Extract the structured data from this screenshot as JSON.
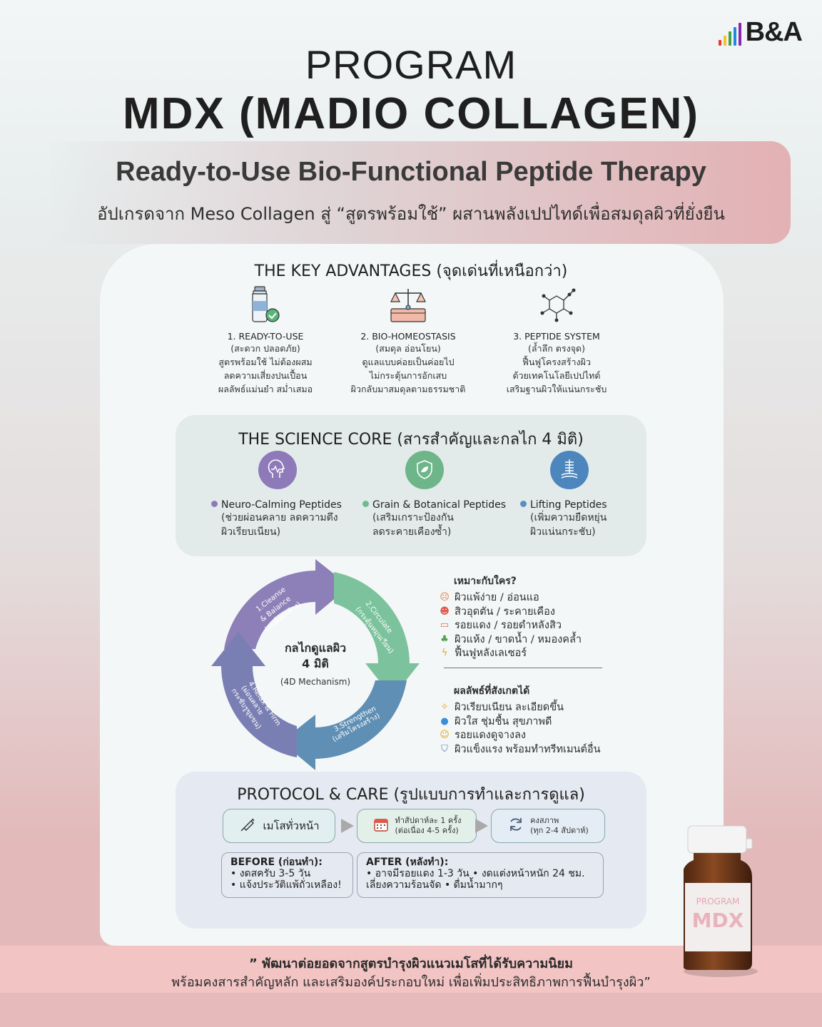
{
  "brand": {
    "logo_text": "B&A",
    "bar_colors": [
      "#e53935",
      "#fbc02d",
      "#43a047",
      "#1e88e5",
      "#8e24aa"
    ]
  },
  "title": {
    "line1": "PROGRAM",
    "line2": "MDX (MADIO COLLAGEN)"
  },
  "banner": {
    "headline": "Ready-to-Use Bio-Functional Peptide Therapy",
    "subtitle": "อัปเกรดจาก Meso Collagen สู่ “สูตรพร้อมใช้” ผสานพลังเปปไทด์เพื่อสมดุลผิวที่ยั่งยืน"
  },
  "advantages": {
    "title": "THE KEY ADVANTAGES (จุดเด่นที่เหนือกว่า)",
    "items": [
      {
        "icon": "vial-check-icon",
        "heading": "1. READY-TO-USE",
        "sub": "(สะดวก ปลอดภัย)",
        "lines": [
          "สูตรพร้อมใช้ ไม่ต้องผสม",
          "ลดความเสี่ยงปนเปื้อน",
          "ผลลัพธ์แม่นยำ สม่ำเสมอ"
        ]
      },
      {
        "icon": "balance-scale-icon",
        "heading": "2. BIO-HOMEOSTASIS",
        "sub": "(สมดุล อ่อนโยน)",
        "lines": [
          "ดูแลแบบค่อยเป็นค่อยไป",
          "ไม่กระตุ้นการอักเสบ",
          "ผิวกลับมาสมดุลตามธรรมชาติ"
        ]
      },
      {
        "icon": "molecule-icon",
        "heading": "3. PEPTIDE SYSTEM",
        "sub": "(ล้ำลึก ตรงจุด)",
        "lines": [
          "ฟื้นฟูโครงสร้างผิว",
          "ด้วยเทคโนโลยีเปปไทด์",
          "เสริมฐานผิวให้แน่นกระชับ"
        ]
      }
    ]
  },
  "science": {
    "title": "THE SCIENCE CORE (สารสำคัญและกลไก 4 มิติ)",
    "items": [
      {
        "icon": "head-pulse-icon",
        "color": "#8e7ab8",
        "dot": "#8e7ab8",
        "label": "Neuro-Calming Peptides",
        "lines": [
          "(ช่วยผ่อนคลาย ลดความตึง",
          "ผิวเรียบเนียน)"
        ]
      },
      {
        "icon": "leaf-shield-icon",
        "color": "#6fb58a",
        "dot": "#6dbd8c",
        "label": "Grain & Botanical Peptides",
        "lines": [
          "(เสริมเกราะป้องกัน",
          "ลดระคายเคืองซ้ำ)"
        ]
      },
      {
        "icon": "lifting-spring-icon",
        "color": "#4d86bd",
        "dot": "#5a8fc6",
        "label": "Lifting Peptides",
        "lines": [
          "(เพิ่มความยืดหยุ่น",
          "ผิวแน่นกระชับ)"
        ]
      }
    ]
  },
  "mechanism": {
    "center_title_1": "กลไกดูแลผิว",
    "center_title_2": "4 มิติ",
    "center_sub": "(4D Mechanism)",
    "steps": [
      {
        "l1": "1.Cleanse",
        "l2": "& Balance",
        "l3": "(ลดสิ่งตกค้าง)",
        "color": "#8d7fb8"
      },
      {
        "l1": "2.Circulate",
        "l2": "(กระตุ้นหมุนเวียน)",
        "l3": "",
        "color": "#7cc39d"
      },
      {
        "l1": "3.Strengthen",
        "l2": "(เสริมโครงสร้าง)",
        "l3": "",
        "color": "#5f8fb5"
      },
      {
        "l1": "4.Relax & Firm",
        "l2": "(ผ่อนคลาย",
        "l3": "กระชับรูขุมขน)",
        "color": "#7a7fb3"
      }
    ]
  },
  "suitable": {
    "title": "เหมาะกับใคร?",
    "items": [
      {
        "icon": "sad-face-icon",
        "glyph": "☹",
        "color": "#e07a3c",
        "text": "ผิวแพ้ง่าย / อ่อนแอ"
      },
      {
        "icon": "irritated-face-icon",
        "glyph": "☻",
        "color": "#e2574c",
        "text": "สิวอุดตัน / ระคายเคือง"
      },
      {
        "icon": "bandage-icon",
        "glyph": "▭",
        "color": "#e26b5c",
        "text": "รอยแดง / รอยดำหลังสิว"
      },
      {
        "icon": "cactus-icon",
        "glyph": "♣",
        "color": "#4f9e4f",
        "text": "ผิวแห้ง / ขาดน้ำ / หมองคล้ำ"
      },
      {
        "icon": "lightning-icon",
        "glyph": "ϟ",
        "color": "#e4a21c",
        "text": "ฟื้นฟูหลังเลเซอร์"
      }
    ]
  },
  "results": {
    "title": "ผลลัพธ์ที่สังเกตได้",
    "items": [
      {
        "icon": "sparkle-icon",
        "glyph": "✧",
        "color": "#e0a21c",
        "text": "ผิวเรียบเนียน ละเอียดขึ้น"
      },
      {
        "icon": "water-drop-icon",
        "glyph": "●",
        "color": "#3b8fd6",
        "text": "ผิวใส ชุ่มชื้น สุขภาพดี"
      },
      {
        "icon": "smile-face-icon",
        "glyph": "☺",
        "color": "#e4a21c",
        "text": "รอยแดงดูจางลง"
      },
      {
        "icon": "shield-check-icon",
        "glyph": "⛉",
        "color": "#4d7fb8",
        "text": "ผิวแข็งแรง พร้อมทำทรีทเมนต์อื่น"
      }
    ]
  },
  "protocol": {
    "title": "PROTOCOL & CARE (รูปแบบการทำและการดูแล)",
    "steps": [
      {
        "icon": "syringe-icon",
        "label": "เมโสทั่วหน้า"
      },
      {
        "icon": "calendar-icon",
        "l1": "ทำสัปดาห์ละ 1 ครั้ง",
        "l2": "(ต่อเนื่อง 4-5 ครั้ง)"
      },
      {
        "icon": "refresh-icon",
        "l1": "คงสภาพ",
        "l2": "(ทุก 2-4 สัปดาห์)"
      }
    ],
    "before": {
      "title": "BEFORE (ก่อนทำ):",
      "lines": [
        "• งดสครับ 3-5 วัน",
        "• แจ้งประวัติแพ้ถั่วเหลือง!"
      ]
    },
    "after": {
      "title": "AFTER (หลังทำ):",
      "lines": [
        "• อาจมีรอยแดง 1-3 วัน  • งดแต่งหน้าหนัก 24 ชม.",
        "เลี่ยงความร้อนจัด • ดื่มน้ำมากๆ"
      ]
    }
  },
  "quote": {
    "line1": "” พัฒนาต่อยอดจากสูตรบำรุงผิวแนวเมโสที่ได้รับความนิยม",
    "line2": "พร้อมคงสารสำคัญหลัก และเสริมองค์ประกอบใหม่ เพื่อเพิ่มประสิทธิภาพการฟื้นบำรุงผิว”"
  },
  "product": {
    "label_line1": "PROGRAM",
    "label_line2": "MDX"
  }
}
